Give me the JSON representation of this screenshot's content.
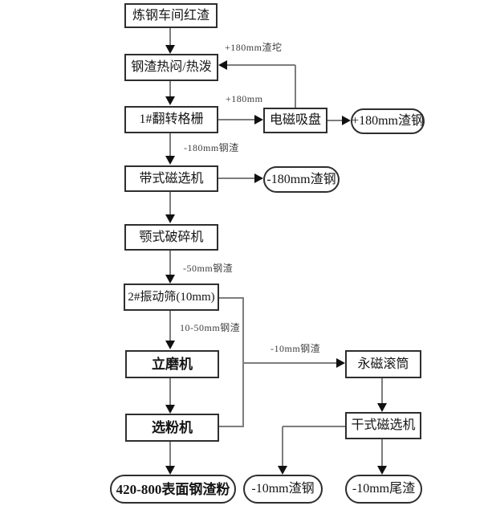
{
  "diagram": {
    "type": "flowchart",
    "subject": "steel-slag-processing-flow",
    "nodes": {
      "red_slag": "炼钢车间红渣",
      "hot_stew": "钢渣热闷/热泼",
      "grid1": "1#翻转格栅",
      "magnet_chuck": "电磁吸盘",
      "plus180_steel": "+180mm渣钢",
      "belt_separator": "带式磁选机",
      "minus180_steel": "-180mm渣钢",
      "jaw_crusher": "颚式破碎机",
      "screen2": "2#振动筛(10mm)",
      "vertical_mill": "立磨机",
      "classifier": "选粉机",
      "magnet_drum": "永磁滚筒",
      "dry_separator": "干式磁选机",
      "slag_powder": "420-800表面钢渣粉",
      "minus10_steel": "-10mm渣钢",
      "minus10_tail": "-10mm尾渣"
    },
    "edge_labels": {
      "plus180_lump": "+180mm渣坨",
      "plus180": "+180mm",
      "minus180_slag": "-180mm钢渣",
      "minus50_slag": "-50mm钢渣",
      "mid_slag": "10-50mm钢渣",
      "minus10_slag": "-10mm钢渣"
    },
    "colors": {
      "background": "#ffffff",
      "node_border": "#2e2e2e",
      "connector": "#7d7d7d",
      "arrowhead": "#111111",
      "text": "#151515"
    }
  }
}
